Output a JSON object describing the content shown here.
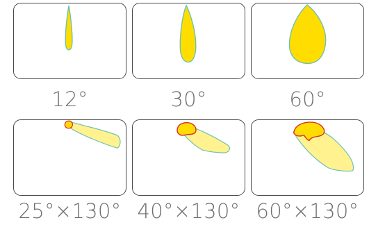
{
  "colors": {
    "beam_solid": "#ffdd00",
    "beam_light": "#fff28f",
    "outline_teal": "#6fc0b0",
    "outline_red": "#d9312b",
    "frame": "#4a4a4a",
    "label": "#6e6e6e"
  },
  "panels": [
    {
      "label": "12°",
      "beam": "narrow-spot"
    },
    {
      "label": "30°",
      "beam": "medium-spot"
    },
    {
      "label": "60°",
      "beam": "wide-flood"
    },
    {
      "label": "25°×130°",
      "beam": "asymmetric-small"
    },
    {
      "label": "40°×130°",
      "beam": "asymmetric-medium"
    },
    {
      "label": "60°×130°",
      "beam": "asymmetric-large"
    }
  ]
}
